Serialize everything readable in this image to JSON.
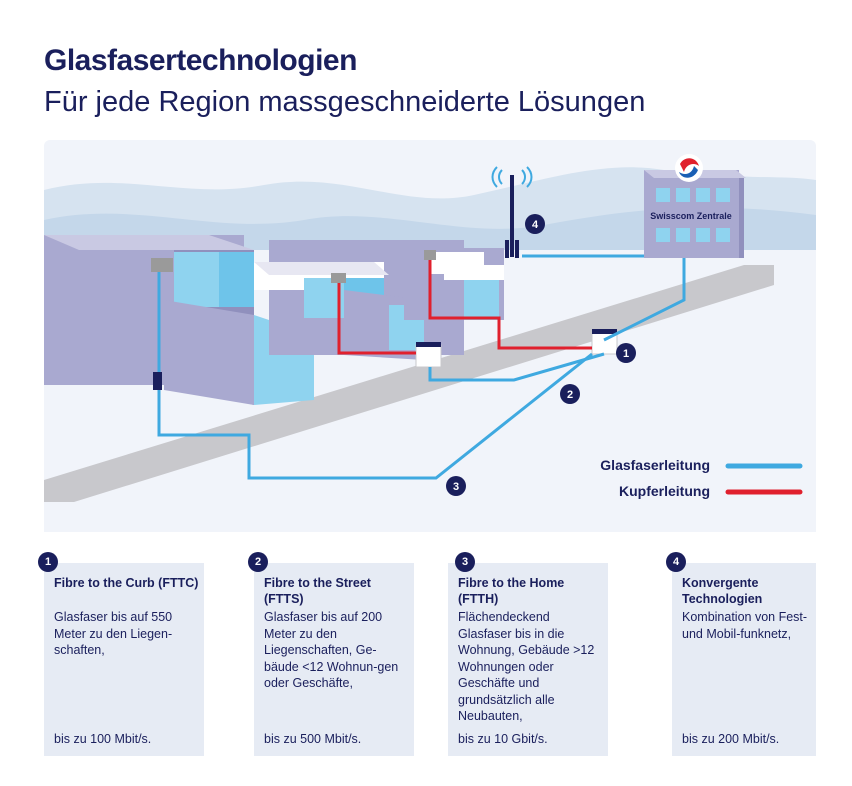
{
  "header": {
    "title": "Glasfasertechnologien",
    "subtitle": "Für jede Region massgeschneiderte Lösungen"
  },
  "diagram": {
    "building_label": "Swisscom Zentrale",
    "markers": [
      "1",
      "2",
      "3",
      "4"
    ],
    "legend": [
      {
        "label": "Glasfaserleitung",
        "color": "#3fa9e0"
      },
      {
        "label": "Kupferleitung",
        "color": "#e0202d"
      }
    ]
  },
  "colors": {
    "navy": "#1a1f5c",
    "fiber": "#3fa9e0",
    "copper": "#e0202d",
    "card_bg": "#e6ebf4",
    "building": "#a9a9d0",
    "glass": "#8fd3ef"
  },
  "cards": [
    {
      "num": "1",
      "title": "Fibre to the Curb (FTTC)",
      "text": "Glasfaser bis auf 550 Meter zu den Liegen-schaften,",
      "speed": "bis zu 100 Mbit/s."
    },
    {
      "num": "2",
      "title": "Fibre to the Street (FTTS)",
      "text": "Glasfaser bis auf 200 Meter zu den Liegenschaften, Ge-bäude <12 Wohnun-gen oder Geschäfte,",
      "speed": "bis zu 500 Mbit/s."
    },
    {
      "num": "3",
      "title": "Fibre to the Home (FTTH)",
      "text": "Flächendeckend Glasfaser bis in die Wohnung, Gebäude >12 Wohnungen oder Geschäfte und grundsätzlich alle Neubauten,",
      "speed": "bis zu 10 Gbit/s."
    },
    {
      "num": "4",
      "title": "Konvergente Technologien",
      "text": "Kombination von Fest- und Mobil-funknetz,",
      "speed": "bis zu 200 Mbit/s."
    }
  ]
}
